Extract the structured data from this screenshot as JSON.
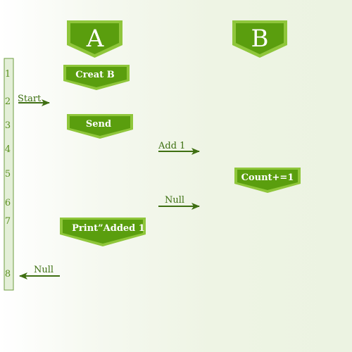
{
  "lifelines": [
    {
      "id": "A",
      "label": "A"
    },
    {
      "id": "B",
      "label": "B"
    }
  ],
  "row_numbers": [
    "1",
    "2",
    "3",
    "4",
    "5",
    "6",
    "7",
    "8"
  ],
  "steps": [
    {
      "lifeline": "A",
      "label": "Creat B"
    },
    {
      "lifeline": "A",
      "label": "Send"
    },
    {
      "lifeline": "B",
      "label": "Count+=1"
    },
    {
      "lifeline": "A",
      "label": "Print”Added 1"
    }
  ],
  "messages": [
    {
      "label": "Start"
    },
    {
      "label": "Add 1"
    },
    {
      "label": "Null"
    },
    {
      "label": "Null"
    }
  ],
  "colors": {
    "fill": "#5a9e0e",
    "border": "#8fc63b",
    "text": "#ffffff",
    "arrow": "#3f6f12",
    "ruler_fill": "#e4efd8",
    "ruler_border": "#6e9e40"
  }
}
